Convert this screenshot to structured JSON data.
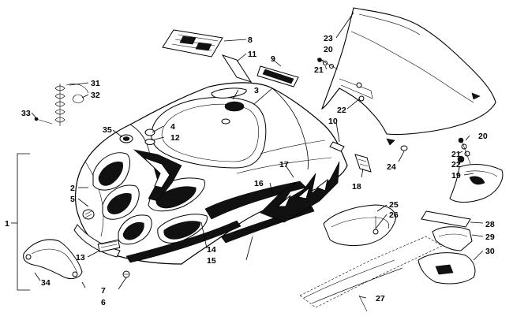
{
  "diagram": {
    "labels": [
      {
        "id": "l1",
        "text": "1"
      },
      {
        "id": "l2",
        "text": "2"
      },
      {
        "id": "l3",
        "text": "3"
      },
      {
        "id": "l4",
        "text": "4"
      },
      {
        "id": "l5",
        "text": "5"
      },
      {
        "id": "l6",
        "text": "6"
      },
      {
        "id": "l7",
        "text": "7"
      },
      {
        "id": "l8",
        "text": "8"
      },
      {
        "id": "l9",
        "text": "9"
      },
      {
        "id": "l10",
        "text": "10"
      },
      {
        "id": "l11",
        "text": "11"
      },
      {
        "id": "l12",
        "text": "12"
      },
      {
        "id": "l13",
        "text": "13"
      },
      {
        "id": "l14",
        "text": "14"
      },
      {
        "id": "l15",
        "text": "15"
      },
      {
        "id": "l16",
        "text": "16"
      },
      {
        "id": "l17",
        "text": "17"
      },
      {
        "id": "l18",
        "text": "18"
      },
      {
        "id": "l19",
        "text": "19"
      },
      {
        "id": "l20a",
        "text": "20"
      },
      {
        "id": "l20b",
        "text": "20"
      },
      {
        "id": "l21a",
        "text": "21"
      },
      {
        "id": "l21b",
        "text": "21"
      },
      {
        "id": "l22a",
        "text": "22"
      },
      {
        "id": "l22b",
        "text": "22"
      },
      {
        "id": "l23",
        "text": "23"
      },
      {
        "id": "l24",
        "text": "24"
      },
      {
        "id": "l25",
        "text": "25"
      },
      {
        "id": "l26",
        "text": "26"
      },
      {
        "id": "l27",
        "text": "27"
      },
      {
        "id": "l28",
        "text": "28"
      },
      {
        "id": "l29",
        "text": "29"
      },
      {
        "id": "l30",
        "text": "30"
      },
      {
        "id": "l31",
        "text": "31"
      },
      {
        "id": "l32",
        "text": "32"
      },
      {
        "id": "l33",
        "text": "33"
      },
      {
        "id": "l34",
        "text": "34"
      },
      {
        "id": "l35",
        "text": "35"
      }
    ]
  }
}
